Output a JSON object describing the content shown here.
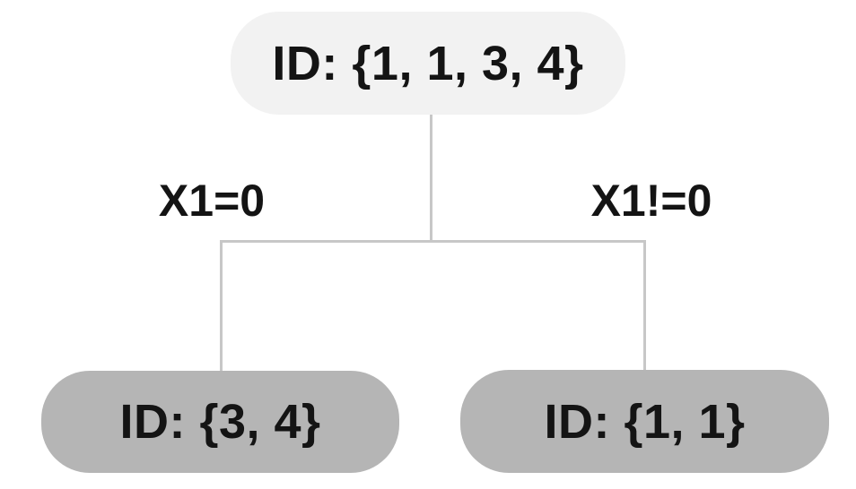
{
  "diagram": {
    "type": "decision-tree",
    "root_node": {
      "label": "ID: {1, 1, 3, 4}"
    },
    "edges": {
      "left": {
        "label": "X1=0"
      },
      "right": {
        "label": "X1!=0"
      }
    },
    "children": {
      "left": {
        "label": "ID: {3, 4}"
      },
      "right": {
        "label": "ID: {1, 1}"
      }
    },
    "colors": {
      "bg": "#ffffff",
      "root_fill": "#f2f2f2",
      "child_fill": "#b5b5b5",
      "line": "#c7c7c7",
      "text": "#141414"
    }
  }
}
